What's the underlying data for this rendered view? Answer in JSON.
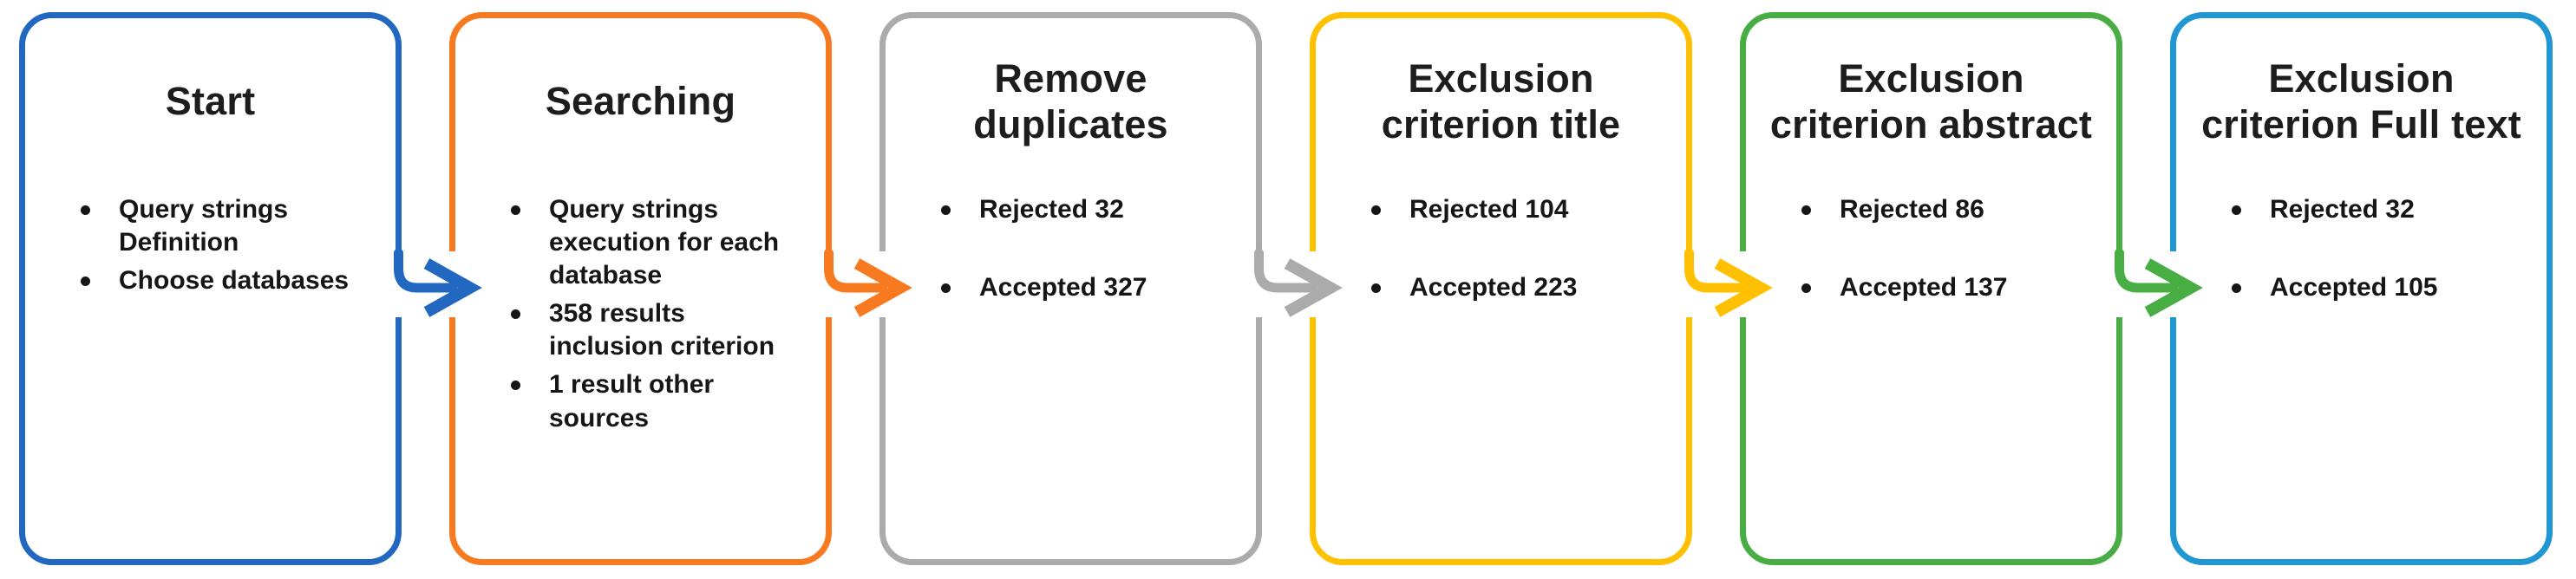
{
  "figure": {
    "type": "flow-diagram",
    "background": "#ffffff",
    "text_color": "#161616"
  },
  "boxes": [
    {
      "title": "Start",
      "color": "#2268c0",
      "bullets": [
        "Query strings Definition",
        "Choose databases"
      ]
    },
    {
      "title": "Searching",
      "color": "#f87a20",
      "bullets": [
        "Query strings execution for each database",
        "358 results inclusion criterion",
        "1 result other sources"
      ]
    },
    {
      "title": "Remove duplicates",
      "color": "#ababab",
      "bullets": [
        "Rejected 32",
        "Accepted 327"
      ]
    },
    {
      "title": "Exclusion criterion title",
      "color": "#fec000",
      "bullets": [
        "Rejected 104",
        "Accepted 223"
      ]
    },
    {
      "title": "Exclusion criterion abstract",
      "color": "#48ae43",
      "bullets": [
        "Rejected 86",
        "Accepted 137"
      ]
    },
    {
      "title": "Exclusion criterion Full text",
      "color": "#2097d3",
      "bullets": [
        "Rejected 32",
        "Accepted 105"
      ]
    }
  ],
  "arrows": [
    {
      "from": "Start",
      "to": "Searching",
      "color": "#2268c0"
    },
    {
      "from": "Searching",
      "to": "Remove duplicates",
      "color": "#f87a20"
    },
    {
      "from": "Remove duplicates",
      "to": "Exclusion criterion title",
      "color": "#ababab"
    },
    {
      "from": "Exclusion criterion title",
      "to": "Exclusion criterion abstract",
      "color": "#fec000"
    },
    {
      "from": "Exclusion criterion abstract",
      "to": "Exclusion criterion Full text",
      "color": "#48ae43"
    }
  ]
}
